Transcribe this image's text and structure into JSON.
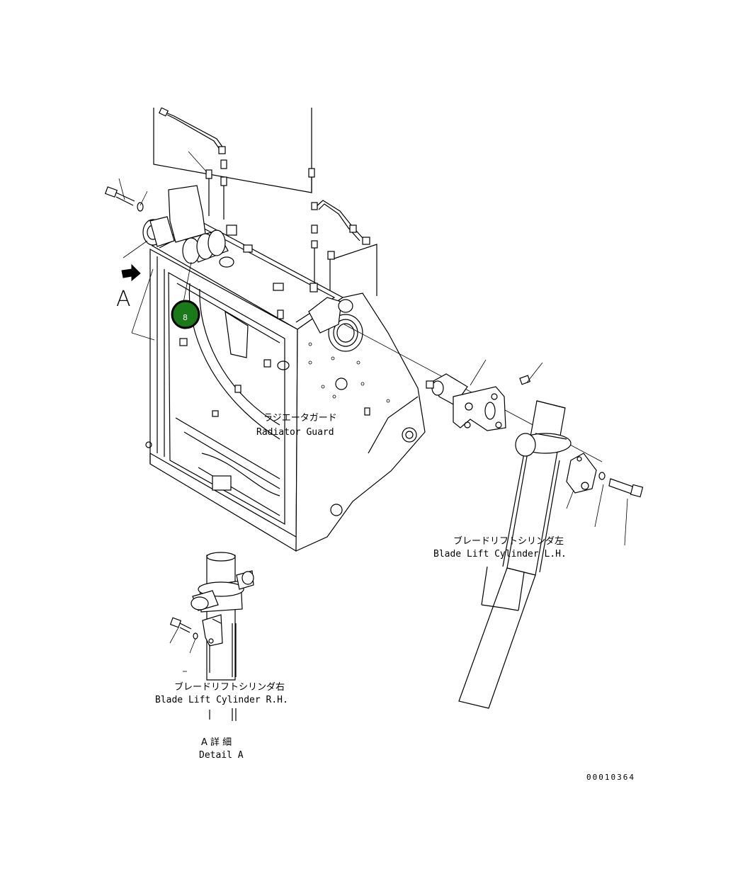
{
  "labels": {
    "radiator_guard_jp": "ラジエータガード",
    "radiator_guard_en": "Radiator Guard",
    "lift_lh_jp": "ブレードリフトシリンダ左",
    "lift_lh_en": "Blade Lift Cylinder L.H.",
    "lift_rh_jp": "ブレードリフトシリンダ右",
    "lift_rh_en": "Blade Lift Cylinder R.H.",
    "detail_jp": "A 詳 細",
    "detail_en": "Detail A",
    "view_letter": "A",
    "drawing_number": "00010364"
  },
  "callouts": [
    {
      "number": "8",
      "color": "#1a7a1a"
    }
  ]
}
